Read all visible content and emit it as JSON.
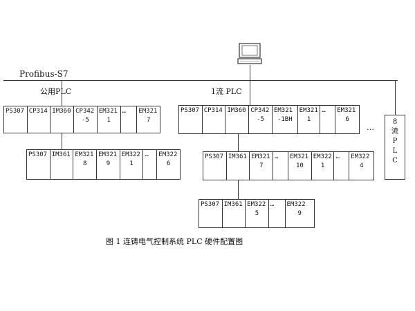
{
  "bus_label": "Profibus-S7",
  "public_plc": {
    "label": "公用PLC",
    "main_rack": [
      [
        "PS307",
        ""
      ],
      [
        "CP314",
        ""
      ],
      [
        "IM360",
        ""
      ],
      [
        "CP342",
        "-5"
      ],
      [
        "EM321",
        "1"
      ],
      [
        "…",
        ""
      ],
      [
        "EM321",
        "7"
      ]
    ],
    "ext_rack": [
      [
        "PS307",
        ""
      ],
      [
        "IM361",
        ""
      ],
      [
        "EM321",
        "8"
      ],
      [
        "EM321",
        "9"
      ],
      [
        "EM322",
        "1"
      ],
      [
        "…",
        ""
      ],
      [
        "EM322",
        "6"
      ]
    ]
  },
  "strand1_plc": {
    "label": "1流 PLC",
    "main_rack": [
      [
        "PS307",
        ""
      ],
      [
        "CP314",
        ""
      ],
      [
        "IM360",
        ""
      ],
      [
        "CP342",
        "-5"
      ],
      [
        "EM321",
        "-1BH"
      ],
      [
        "EM321",
        "1"
      ],
      [
        "…",
        ""
      ],
      [
        "EM321",
        "6"
      ]
    ],
    "ext_rack1": [
      [
        "PS307",
        ""
      ],
      [
        "IM361",
        ""
      ],
      [
        "EM321",
        "7"
      ],
      [
        "…",
        ""
      ],
      [
        "EM321",
        "10"
      ],
      [
        "EM322",
        "1"
      ],
      [
        "…",
        ""
      ],
      [
        "EM322",
        "4"
      ]
    ],
    "ext_rack2": [
      [
        "PS307",
        ""
      ],
      [
        "IM361",
        ""
      ],
      [
        "EM322",
        "5"
      ],
      [
        "…",
        ""
      ],
      [
        "EM322",
        "9"
      ]
    ]
  },
  "strand8_plc": {
    "dots": "…",
    "chars": [
      "8",
      "流",
      "P",
      "L",
      "C"
    ]
  },
  "caption": "图 1   连铸电气控制系统 PLC 硬件配置图"
}
